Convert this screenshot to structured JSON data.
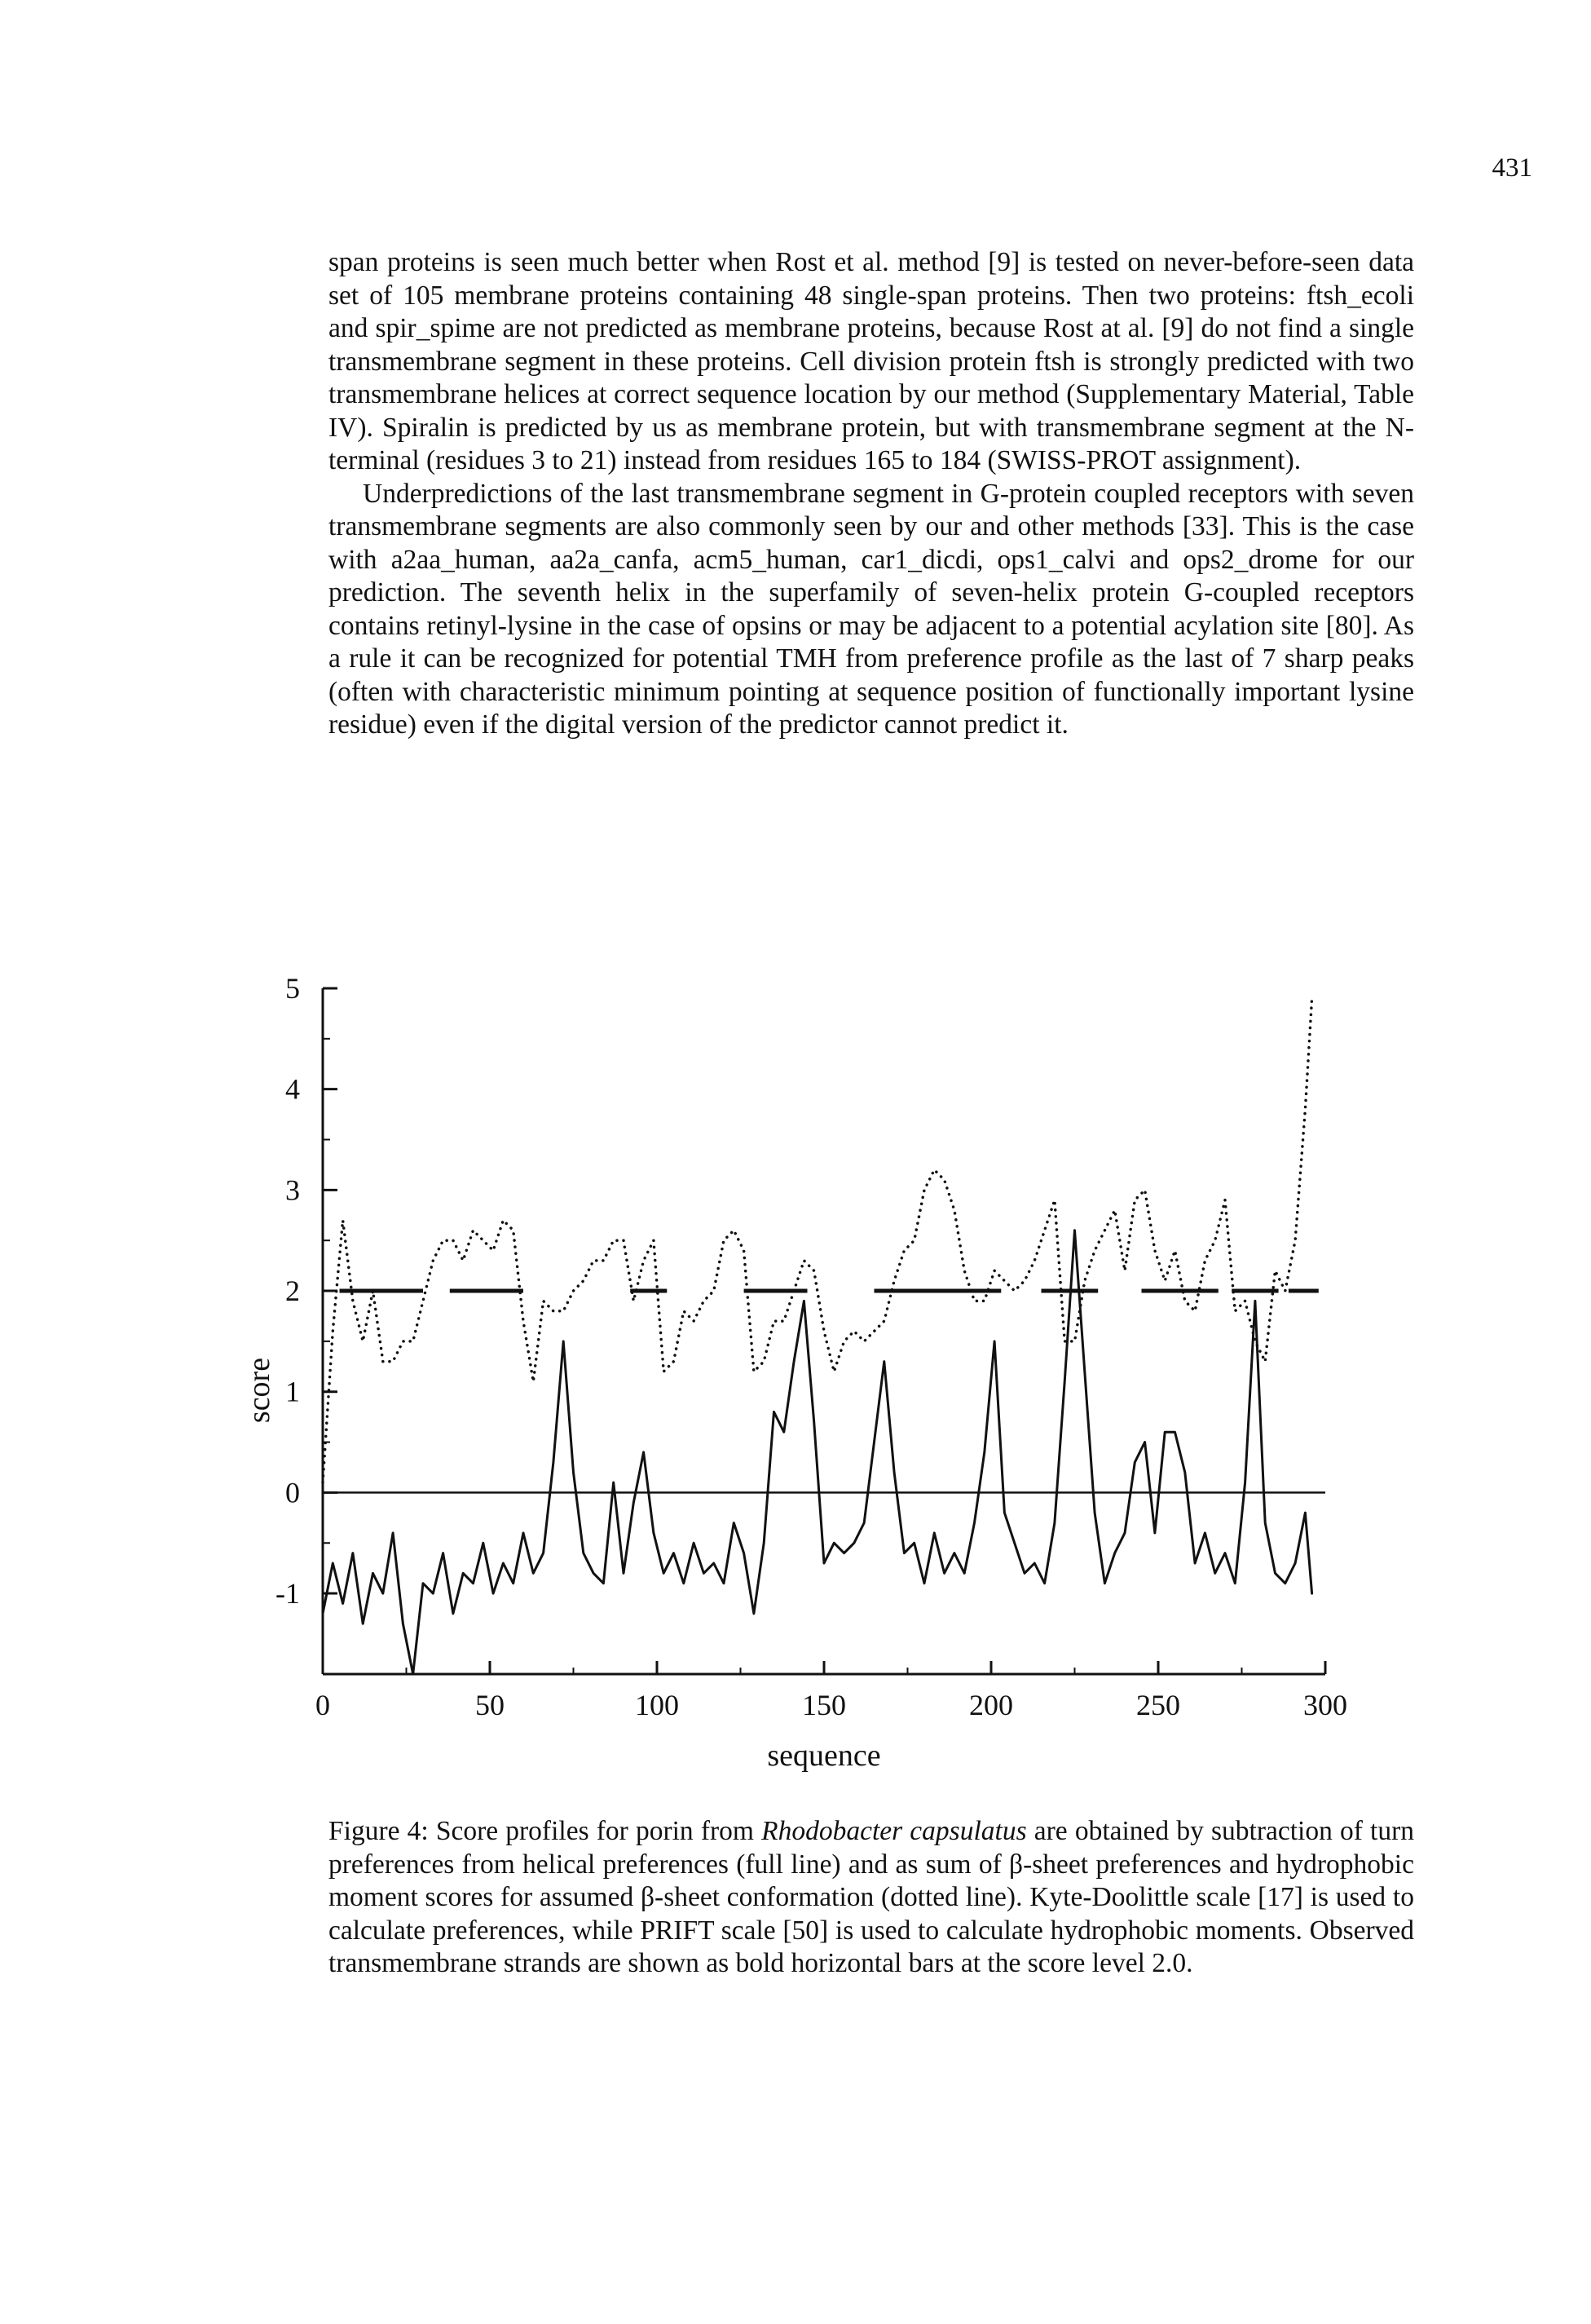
{
  "page_number": "431",
  "body": {
    "paragraph1": "span proteins is seen much better when Rost et al. method [9] is tested on never-before-seen data set of 105 membrane proteins containing 48 single-span proteins. Then two proteins: ftsh_ecoli and spir_spime are not predicted as membrane proteins, because Rost at al. [9] do not find a single transmembrane segment in these proteins. Cell division protein ftsh is strongly predicted with two transmembrane helices at correct sequence location by our method (Supplementary Material, Table IV). Spiralin is predicted by us as membrane protein, but with transmembrane segment at the N-terminal (residues 3 to 21) instead from residues 165 to 184 (SWISS-PROT assignment).",
    "paragraph2": "Underpredictions of the last transmembrane segment in G-protein coupled receptors with seven transmembrane segments are also commonly seen by our and other methods [33]. This is the case with a2aa_human, aa2a_canfa, acm5_human, car1_dicdi, ops1_calvi and ops2_drome for our prediction. The seventh helix in the superfamily of seven-helix protein G-coupled receptors contains retinyl-lysine in the case of opsins or may be adjacent to a potential acylation site [80]. As a rule it can be recognized for potential TMH from preference profile as the last of 7 sharp peaks (often with characteristic minimum pointing at sequence position of functionally important lysine residue) even if the digital version of the predictor cannot predict it."
  },
  "figure": {
    "chart_data": {
      "type": "line",
      "xlabel": "sequence",
      "ylabel": "score",
      "xlim": [
        0,
        300
      ],
      "ylim": [
        -1.8,
        5
      ],
      "x_ticks": [
        "0",
        "50",
        "100",
        "150",
        "200",
        "250",
        "300"
      ],
      "y_ticks": [
        "-1",
        "0",
        "1",
        "2",
        "3",
        "4",
        "5"
      ],
      "reference_line": 0,
      "series": [
        {
          "style": "solid",
          "x": [
            0,
            3,
            6,
            9,
            12,
            15,
            18,
            21,
            24,
            27,
            30,
            33,
            36,
            39,
            42,
            45,
            48,
            51,
            54,
            57,
            60,
            63,
            66,
            69,
            72,
            75,
            78,
            81,
            84,
            87,
            90,
            93,
            96,
            99,
            102,
            105,
            108,
            111,
            114,
            117,
            120,
            123,
            126,
            129,
            132,
            135,
            138,
            141,
            144,
            147,
            150,
            153,
            156,
            159,
            162,
            165,
            168,
            171,
            174,
            177,
            180,
            183,
            186,
            189,
            192,
            195,
            198,
            201,
            204,
            207,
            210,
            213,
            216,
            219,
            222,
            225,
            228,
            231,
            234,
            237,
            240,
            243,
            246,
            249,
            252,
            255,
            258,
            261,
            264,
            267,
            270,
            273,
            276,
            279,
            282,
            285,
            288,
            291,
            294,
            296
          ],
          "y": [
            -1.2,
            -0.7,
            -1.1,
            -0.6,
            -1.3,
            -0.8,
            -1.0,
            -0.4,
            -1.3,
            -1.8,
            -0.9,
            -1.0,
            -0.6,
            -1.2,
            -0.8,
            -0.9,
            -0.5,
            -1.0,
            -0.7,
            -0.9,
            -0.4,
            -0.8,
            -0.6,
            0.3,
            1.5,
            0.2,
            -0.6,
            -0.8,
            -0.9,
            0.1,
            -0.8,
            -0.1,
            0.4,
            -0.4,
            -0.8,
            -0.6,
            -0.9,
            -0.5,
            -0.8,
            -0.7,
            -0.9,
            -0.3,
            -0.6,
            -1.2,
            -0.5,
            0.8,
            0.6,
            1.3,
            1.9,
            0.7,
            -0.7,
            -0.5,
            -0.6,
            -0.5,
            -0.3,
            0.5,
            1.3,
            0.2,
            -0.6,
            -0.5,
            -0.9,
            -0.4,
            -0.8,
            -0.6,
            -0.8,
            -0.3,
            0.4,
            1.5,
            -0.2,
            -0.5,
            -0.8,
            -0.7,
            -0.9,
            -0.3,
            1.1,
            2.6,
            1.2,
            -0.2,
            -0.9,
            -0.6,
            -0.4,
            0.3,
            0.5,
            -0.4,
            0.6,
            0.6,
            0.2,
            -0.7,
            -0.4,
            -0.8,
            -0.6,
            -0.9,
            0.1,
            1.9,
            -0.3,
            -0.8,
            -0.9,
            -0.7,
            -0.2,
            -1.0
          ]
        },
        {
          "style": "dotted",
          "x": [
            0,
            3,
            6,
            9,
            12,
            15,
            18,
            21,
            24,
            27,
            30,
            33,
            36,
            39,
            42,
            45,
            48,
            51,
            54,
            57,
            60,
            63,
            66,
            69,
            72,
            75,
            78,
            81,
            84,
            87,
            90,
            93,
            96,
            99,
            102,
            105,
            108,
            111,
            114,
            117,
            120,
            123,
            126,
            129,
            132,
            135,
            138,
            141,
            144,
            147,
            150,
            153,
            156,
            159,
            162,
            165,
            168,
            171,
            174,
            177,
            180,
            183,
            186,
            189,
            192,
            195,
            198,
            201,
            204,
            207,
            210,
            213,
            216,
            219,
            222,
            225,
            228,
            231,
            234,
            237,
            240,
            243,
            246,
            249,
            252,
            255,
            258,
            261,
            264,
            267,
            270,
            273,
            276,
            279,
            282,
            285,
            288,
            291,
            294,
            296
          ],
          "y": [
            0.1,
            1.6,
            2.7,
            1.9,
            1.5,
            2.0,
            1.3,
            1.3,
            1.5,
            1.5,
            1.9,
            2.3,
            2.5,
            2.5,
            2.3,
            2.6,
            2.5,
            2.4,
            2.7,
            2.6,
            1.7,
            1.1,
            1.9,
            1.8,
            1.8,
            2.0,
            2.1,
            2.3,
            2.3,
            2.5,
            2.5,
            1.9,
            2.3,
            2.5,
            1.2,
            1.3,
            1.8,
            1.7,
            1.9,
            2.0,
            2.5,
            2.6,
            2.4,
            1.2,
            1.3,
            1.7,
            1.7,
            2.0,
            2.3,
            2.2,
            1.6,
            1.2,
            1.5,
            1.6,
            1.5,
            1.6,
            1.7,
            2.1,
            2.4,
            2.5,
            3.0,
            3.2,
            3.1,
            2.8,
            2.2,
            1.9,
            1.9,
            2.2,
            2.1,
            2.0,
            2.1,
            2.3,
            2.6,
            2.9,
            1.5,
            1.5,
            2.1,
            2.4,
            2.6,
            2.8,
            2.2,
            2.9,
            3.0,
            2.4,
            2.1,
            2.4,
            1.9,
            1.8,
            2.3,
            2.5,
            2.9,
            1.8,
            1.9,
            1.5,
            1.3,
            2.2,
            2.0,
            2.5,
            3.8,
            4.9
          ]
        }
      ],
      "observed_segment_level": 2.0,
      "observed_segments": [
        [
          5,
          30
        ],
        [
          38,
          60
        ],
        [
          92,
          103
        ],
        [
          126,
          145
        ],
        [
          165,
          180
        ],
        [
          180,
          203
        ],
        [
          215,
          232
        ],
        [
          245,
          268
        ],
        [
          272,
          286
        ],
        [
          289,
          298
        ]
      ]
    }
  },
  "caption": {
    "label": "Figure 4:",
    "text_before": "Score profiles for porin from",
    "species": "Rhodobacter capsulatus",
    "text_after": "are obtained by subtraction of turn preferences from helical preferences (full line) and as sum of β-sheet preferences and hydrophobic moment scores for assumed β-sheet conformation (dotted line). Kyte-Doolittle scale [17] is used to calculate preferences, while PRIFT scale [50] is used to calculate hydrophobic moments. Observed transmembrane strands are shown as bold horizontal bars at the score level 2.0."
  }
}
